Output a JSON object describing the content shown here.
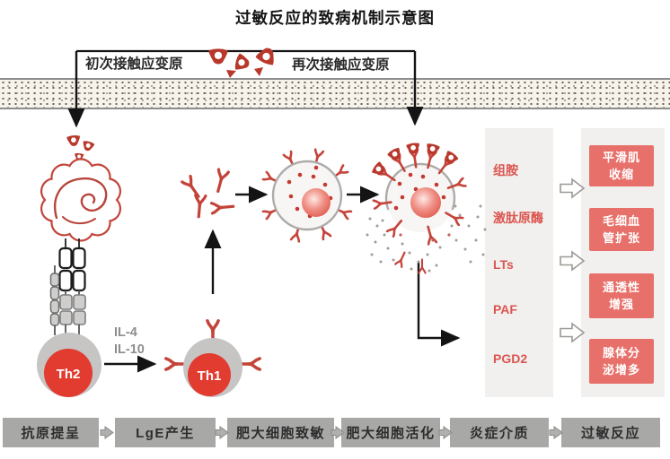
{
  "title": "过敏反应的致病机制示意图",
  "contact_labels": {
    "first": "初次接触应变原",
    "second": "再次接触应变原"
  },
  "cells": {
    "th2_label": "Th2",
    "th1_label": "Th1"
  },
  "cytokines": {
    "il4": "IL-4",
    "il10": "IL-10"
  },
  "mediators": {
    "items": [
      "组胺",
      "激肽原酶",
      "LTs",
      "PAF",
      "PGD2"
    ]
  },
  "effects": {
    "items": [
      "平滑肌\n收缩",
      "毛细血\n管扩张",
      "通透性\n增强",
      "腺体分\n泌增多"
    ]
  },
  "stages": {
    "items": [
      "抗原提呈",
      "LgE产生",
      "肥大细胞致敏",
      "肥大细胞活化",
      "炎症介质",
      "过敏反应"
    ]
  },
  "colors": {
    "accent_red": "#c4443a",
    "effect_box_red": "#e8706a",
    "mediator_text_red": "#dc5550",
    "panel_gray": "#f1f0ee",
    "stage_box_gray": "#a8a8a7",
    "cell_gray": "#c6c5c4",
    "cell_core_red": "#e23b30"
  }
}
